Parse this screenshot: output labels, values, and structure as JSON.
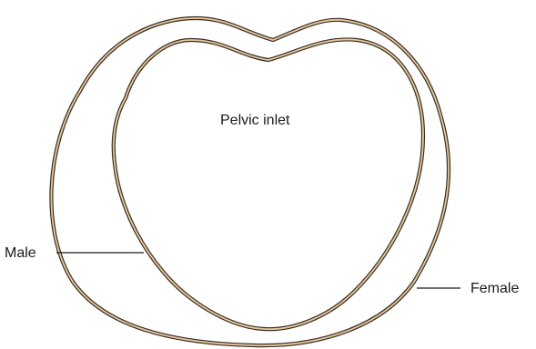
{
  "diagram": {
    "title": "Pelvic inlet",
    "labels": {
      "male": "Male",
      "female": "Female"
    },
    "colors": {
      "outline": "#3a2e22",
      "outline_fill": "#e6c9a0",
      "text": "#1a1a1a",
      "background": "#ffffff"
    }
  }
}
